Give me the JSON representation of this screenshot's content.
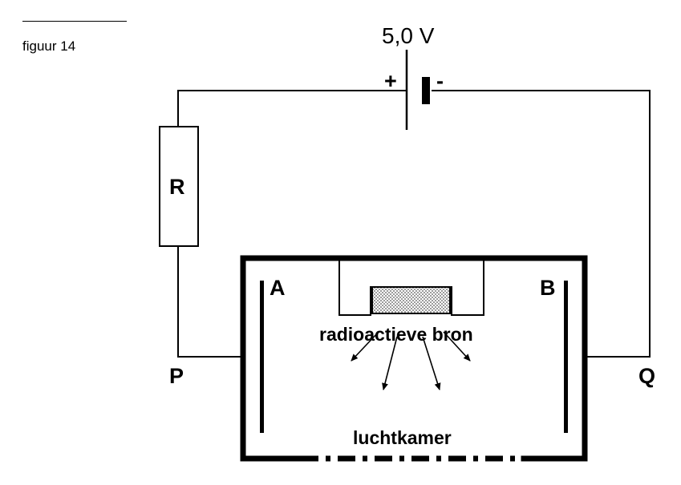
{
  "figure": {
    "label": "figuur 14"
  },
  "battery": {
    "voltage": "5,0 V",
    "plus": "+",
    "minus": "-"
  },
  "resistor": {
    "label": "R"
  },
  "nodes": {
    "p": "P",
    "q": "Q"
  },
  "plates": {
    "a": "A",
    "b": "B"
  },
  "source": {
    "label": "radioactieve bron"
  },
  "chamber": {
    "label": "luchtkamer"
  },
  "colors": {
    "line": "#000000",
    "source_fill": "#9a9a9a",
    "background": "#ffffff"
  }
}
